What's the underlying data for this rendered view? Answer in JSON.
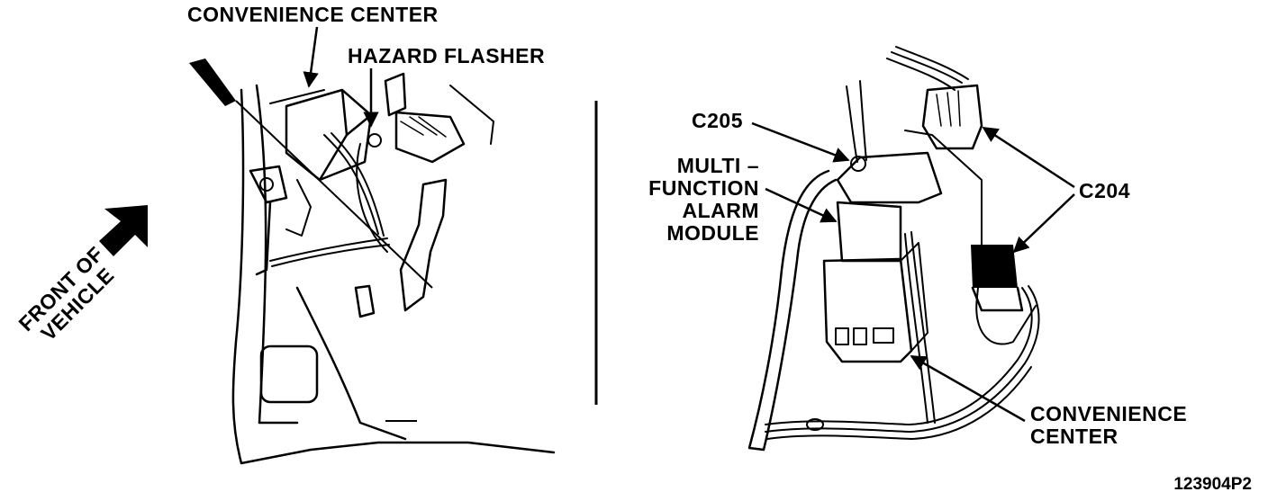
{
  "left_view": {
    "callout_convenience_center": "CONVENIENCE CENTER",
    "callout_hazard_flasher": "HAZARD FLASHER",
    "front_of_vehicle": [
      "FRONT OF",
      "VEHICLE"
    ]
  },
  "right_view": {
    "callout_c205": "C205",
    "callout_multi_function_alarm_module": [
      "MULTI –",
      "FUNCTION",
      "ALARM",
      "MODULE"
    ],
    "callout_c204": "C204",
    "callout_convenience_center": [
      "CONVENIENCE",
      "CENTER"
    ]
  },
  "figure_code": "123904P2",
  "colors": {
    "ink": "#000000",
    "background": "#ffffff"
  }
}
